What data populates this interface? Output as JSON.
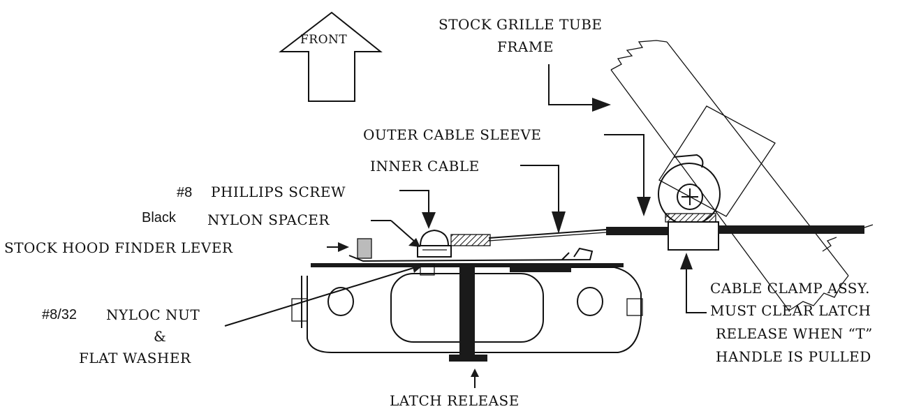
{
  "labels": {
    "front": "FRONT",
    "grille_line1": "STOCK GRILLE TUBE",
    "grille_line2": "FRAME",
    "outer_sleeve": "OUTER CABLE SLEEVE",
    "inner_cable": "INNER CABLE",
    "screw_size": "#8",
    "screw": "PHILLIPS SCREW",
    "spacer_color": "Black",
    "spacer": "NYLON SPACER",
    "hood_lever": "STOCK HOOD FINDER LEVER",
    "nut_size": "#8/32",
    "nut": "NYLOC NUT",
    "amp": "&",
    "washer": "FLAT WASHER",
    "latch_release": "LATCH RELEASE",
    "clamp_line1": "CABLE CLAMP ASSY.",
    "clamp_line2": "MUST CLEAR LATCH",
    "clamp_line3": "RELEASE WHEN “T”",
    "clamp_line4": "HANDLE IS PULLED"
  }
}
